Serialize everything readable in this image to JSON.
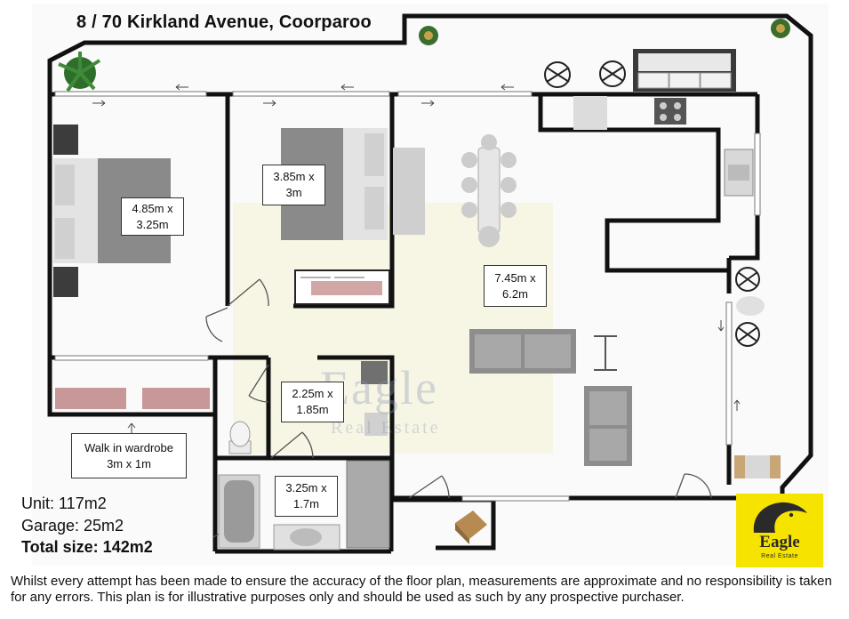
{
  "title": "8 / 70 Kirkland Avenue, Coorparoo",
  "rooms": [
    {
      "id": "bedroom-1",
      "dim_line1": "4.85m x",
      "dim_line2": "3.25m"
    },
    {
      "id": "bedroom-2",
      "dim_line1": "3.85m x",
      "dim_line2": "3m"
    },
    {
      "id": "living",
      "dim_line1": "7.45m x",
      "dim_line2": "6.2m"
    },
    {
      "id": "laundry",
      "dim_line1": "2.25m x",
      "dim_line2": "1.85m"
    },
    {
      "id": "bathroom",
      "dim_line1": "3.25m x",
      "dim_line2": "1.7m"
    }
  ],
  "wardrobe_callout": {
    "line1": "Walk in wardrobe",
    "line2": "3m x 1m"
  },
  "stats": {
    "unit": "Unit: 117m2",
    "garage": "Garage: 25m2",
    "total": "Total size: 142m2"
  },
  "watermark": {
    "main": "Eagle",
    "sub": "Real Estate"
  },
  "logo": {
    "name": "Eagle",
    "tagline": "Real Estate"
  },
  "disclaimer": "Whilst every attempt has been made to ensure the accuracy of the floor plan, measurements are approximate and no responsibility is taken for any errors. This plan is for illustrative purposes only and should be used as such by any prospective purchaser.",
  "colors": {
    "wall": "#111111",
    "background_tint": "#faf6d8",
    "logo_bg": "#f6e300",
    "furniture": "#8f8f8f"
  }
}
